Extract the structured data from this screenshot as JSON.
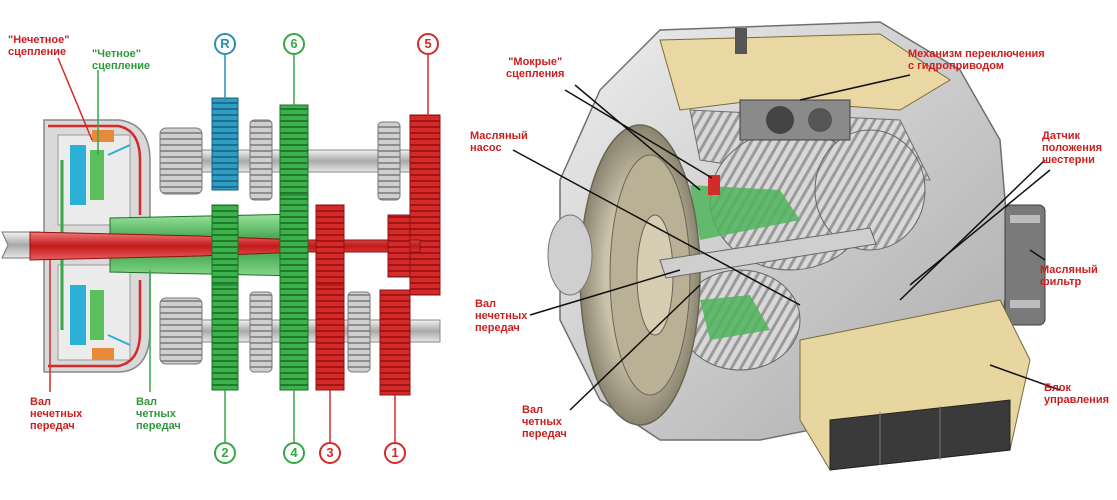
{
  "left_diagram": {
    "labels": {
      "odd_clutch": "\"Нечетное\"\nсцепление",
      "even_clutch": "\"Четное\"\nсцепление",
      "odd_shaft": "Вал\nнечетных\nпередач",
      "even_shaft": "Вал\nчетных\nпередач"
    },
    "gear_badges": {
      "r": "R",
      "six": "6",
      "five": "5",
      "two": "2",
      "four": "4",
      "three": "3",
      "one": "1"
    },
    "colors": {
      "odd": "#d42a2a",
      "even": "#35a845",
      "reverse": "#2a8fb8",
      "metal": "#b8b8b8"
    }
  },
  "right_diagram": {
    "labels": {
      "wet_clutches": "\"Мокрые\"\nсцепления",
      "shift_mechanism": "Механизм переключения\nс гидроприводом",
      "oil_pump": "Масляный\nнасос",
      "gear_sensor": "Датчик\nположения\nшестерни",
      "oil_filter": "Масляный\nфильтр",
      "odd_shaft": "Вал\nнечетных\nпередач",
      "even_shaft": "Вал\nчетных\nпередач",
      "control_unit": "Блок\nуправления"
    }
  }
}
